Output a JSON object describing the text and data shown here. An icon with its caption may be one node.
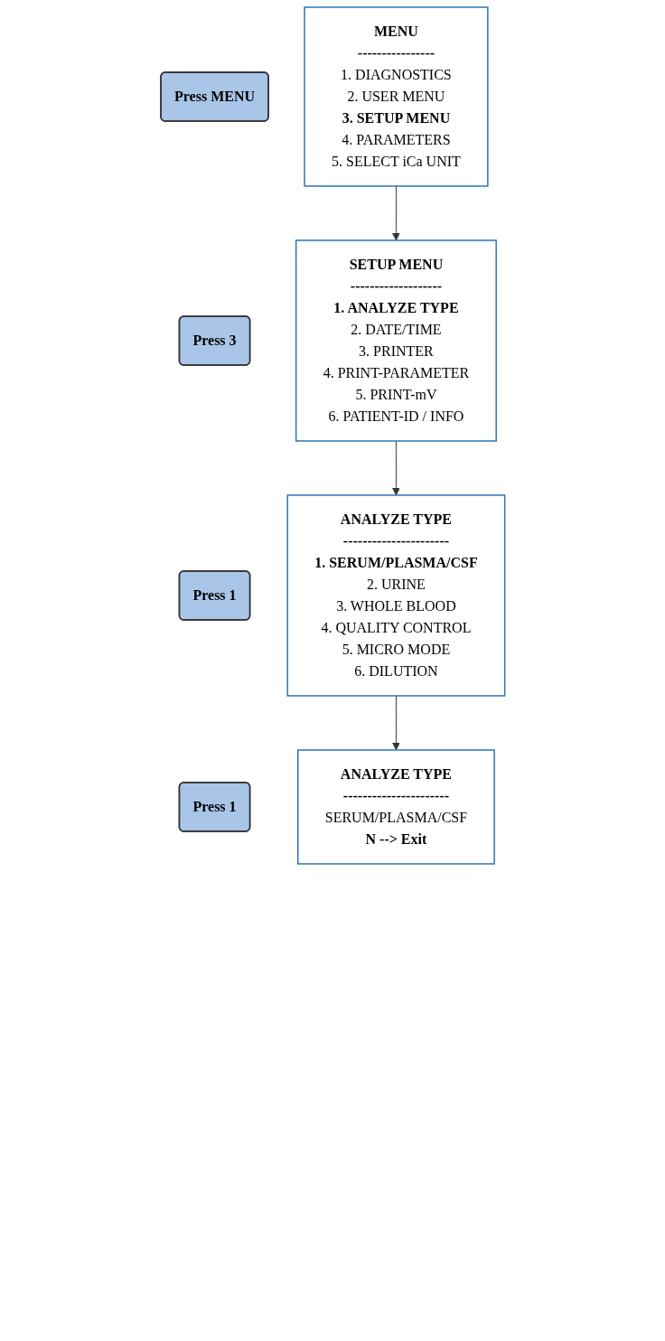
{
  "diagram": {
    "nodes": [
      {
        "text": [
          "Press MENU"
        ]
      },
      {
        "text": [
          "Press 3"
        ]
      },
      {
        "text": [
          "MENU",
          "----------------",
          "1. DIAGNOSTICS",
          "2. USER MENU",
          "3. SETUP MENU",
          "4. PARAMETERS",
          "5. SELECT iCa UNIT"
        ]
      },
      {
        "text": [
          "Press 1"
        ]
      },
      {
        "text": [
          "SETUP MENU",
          "-------------------",
          "1. ANALYZE TYPE",
          "2. DATE/TIME",
          "3. PRINTER",
          "4. PRINT-PARAMETER",
          "5. PRINT-mV",
          "6. PATIENT-ID / INFO"
        ]
      },
      {
        "text": [
          "Press 1"
        ]
      },
      {
        "text": [
          "ANALYZE TYPE",
          "----------------------",
          "1. SERUM/PLASMA/CSF",
          "2. URINE",
          "3. WHOLE BLOOD",
          "4. QUALITY CONTROL",
          "5. MICRO MODE",
          "6. DILUTION"
        ]
      },
      {
        "text": [
          "ANALYZE TYPE",
          "----------------------",
          "SERUM/PLASMA/CSF",
          "N --> Exit"
        ]
      }
    ],
    "edges": [
      {
        "from": 2,
        "to": 4,
        "arrow": "to"
      },
      {
        "from": 4,
        "to": 6,
        "arrow": "to"
      },
      {
        "from": 6,
        "to": 7,
        "arrow": "to"
      }
    ]
  }
}
